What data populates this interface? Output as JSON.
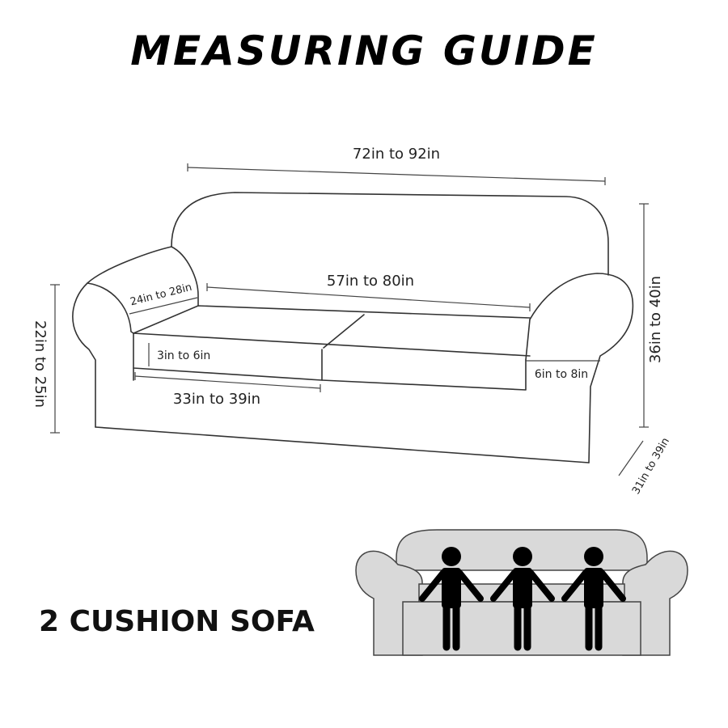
{
  "title": "MEASURING GUIDE",
  "sofa_type": "2 CUSHION SOFA",
  "dimensions": {
    "overall_width": "72in to 92in",
    "seat_width": "57in to 80in",
    "arm_depth": "24in to 28in",
    "cushion_thickness": "3in to 6in",
    "arm_width": "6in to 8in",
    "cushion_width": "33in to 39in",
    "arm_height": "22in to 25in",
    "back_height": "36in to 40in",
    "sofa_depth": "31in to 39in"
  },
  "people_count": 3,
  "colors": {
    "line": "#333333",
    "icon_sofa_fill": "#d9d9d9",
    "person": "#000000"
  }
}
